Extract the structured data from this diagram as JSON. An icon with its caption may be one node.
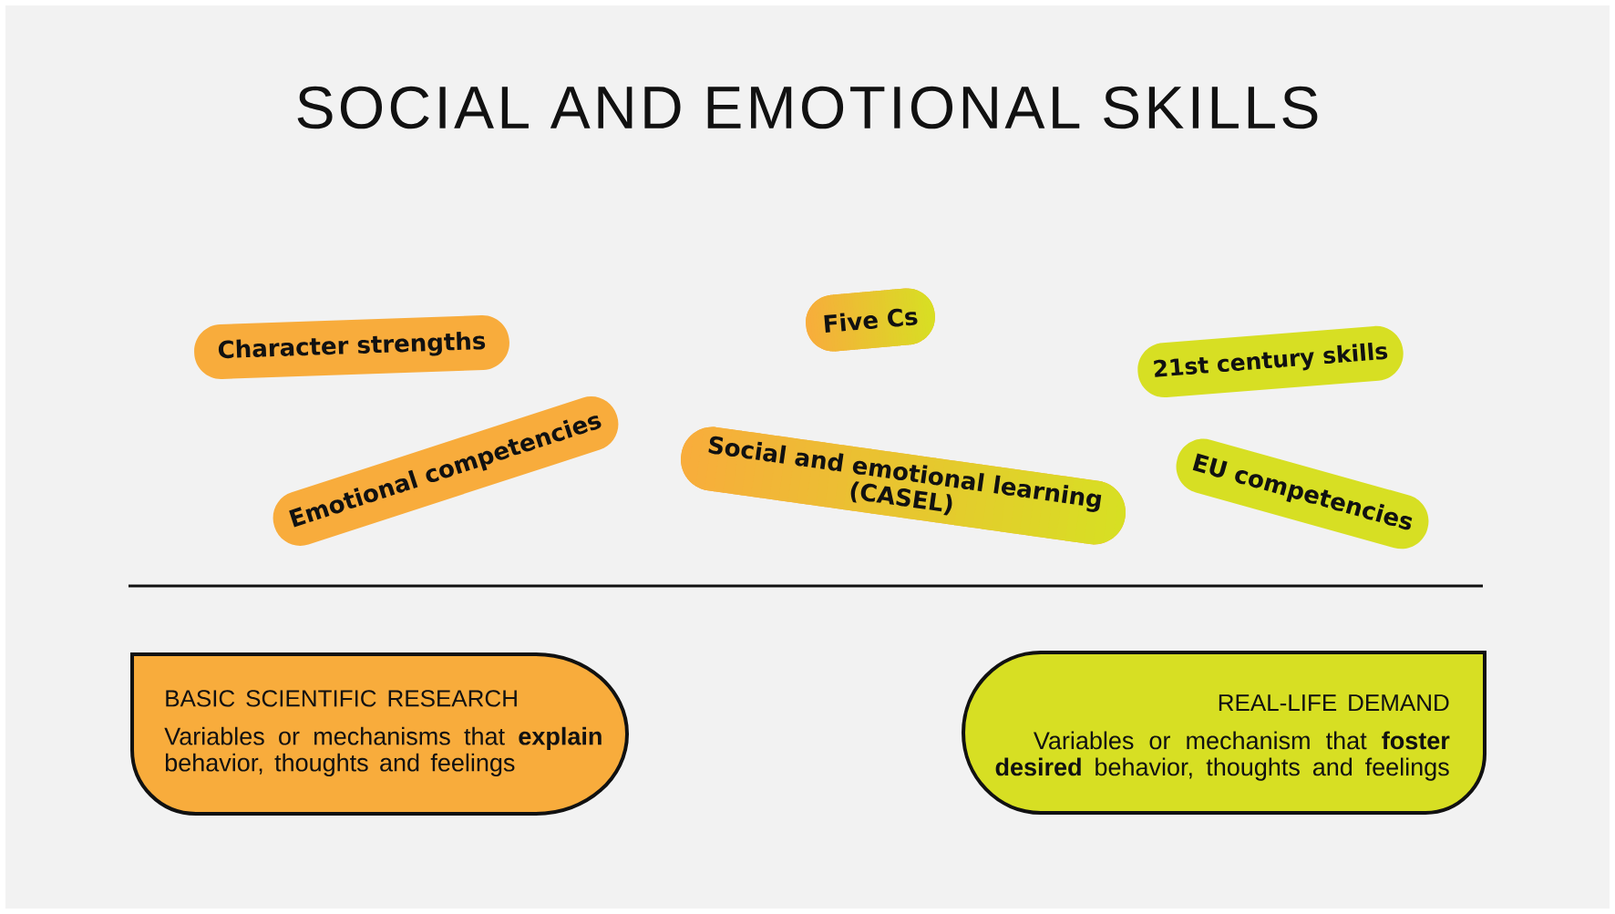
{
  "diagram": {
    "title": "SOCIAL AND EMOTIONAL SKILLS",
    "nodes": [
      {
        "text": [
          "Character strengths"
        ]
      },
      {
        "text": [
          "Five Cs"
        ]
      },
      {
        "text": [
          "21st century skills"
        ]
      },
      {
        "text": [
          "Emotional competencies"
        ]
      },
      {
        "text": [
          "Social and emotional learning (CASEL)"
        ]
      },
      {
        "text": [
          "EU competencies"
        ]
      },
      {
        "text": [
          "BASIC SCIENTIFIC RESEARCH",
          "Variables or mechanisms that **explain** behavior, thoughts and feelings"
        ]
      },
      {
        "text": [
          "REAL-LIFE DEMAND",
          "Variables or mechanism that **foster desired** behavior, thoughts and feelings"
        ]
      }
    ]
  }
}
